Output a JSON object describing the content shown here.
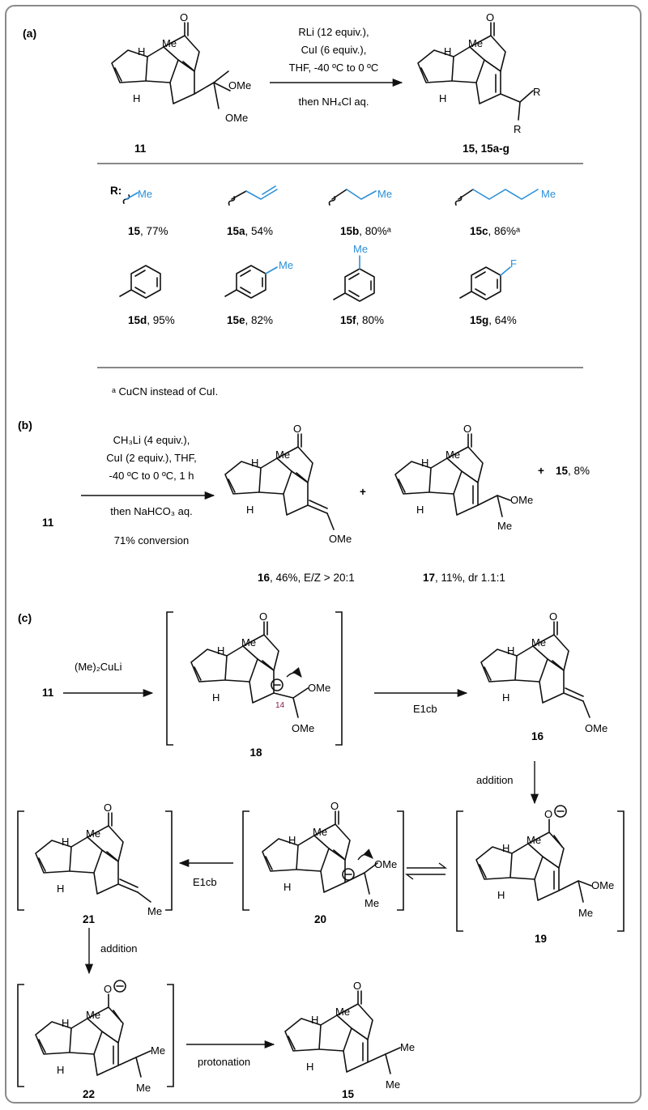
{
  "panels": {
    "a": "(a)",
    "b": "(b)",
    "c": "(c)"
  },
  "panel_a": {
    "conditions": [
      "RLi (12 equiv.),",
      "CuI (6 equiv.),",
      "THF, -40 ºC to 0 ºC",
      "then NH₄Cl aq."
    ],
    "start_label": "11",
    "product_label": "15, 15a-g",
    "r_label": "R:",
    "substituents": [
      {
        "cpd": "15",
        "yield": ", 77%"
      },
      {
        "cpd": "15a",
        "yield": ", 54%"
      },
      {
        "cpd": "15b",
        "yield": ", 80%ᵃ"
      },
      {
        "cpd": "15c",
        "yield": ", 86%ᵃ"
      },
      {
        "cpd": "15d",
        "yield": ", 95%"
      },
      {
        "cpd": "15e",
        "yield": ", 82%"
      },
      {
        "cpd": "15f",
        "yield": ", 80%"
      },
      {
        "cpd": "15g",
        "yield": ", 64%"
      }
    ],
    "footnote": "ᵃ CuCN instead of CuI."
  },
  "panel_b": {
    "start_label": "11",
    "conditions": [
      "CH₃Li (4 equiv.),",
      "CuI (2 equiv.), THF,",
      "-40 ºC to 0 ºC, 1 h",
      "then NaHCO₃ aq.",
      "71% conversion"
    ],
    "plus": "+",
    "product16": {
      "cpd": "16",
      "detail": ", 46%, E/Z > 20:1"
    },
    "product17": {
      "cpd": "17",
      "detail": ", 11%, dr 1.1:1"
    },
    "product15": {
      "cpd": "15",
      "detail": ", 8%"
    }
  },
  "panel_c": {
    "start_label": "11",
    "reagent": "(Me)₂CuLi",
    "step_e1cb_1": "E1cb",
    "step_addition_1": "addition",
    "step_e1cb_2": "E1cb",
    "step_addition_2": "addition",
    "step_protonation": "protonation",
    "labels": {
      "c18": "18",
      "c16": "16",
      "c19": "19",
      "c20": "20",
      "c21": "21",
      "c22": "22",
      "c15": "15"
    },
    "carbon_number": "14"
  },
  "atoms": {
    "H": "H",
    "Me": "Me",
    "O": "O",
    "OMe": "OMe",
    "R": "R",
    "F": "F"
  },
  "colors": {
    "accent": "#2a8fd8",
    "frame": "#8a8a8a",
    "highlight": "#8a1a4a"
  }
}
